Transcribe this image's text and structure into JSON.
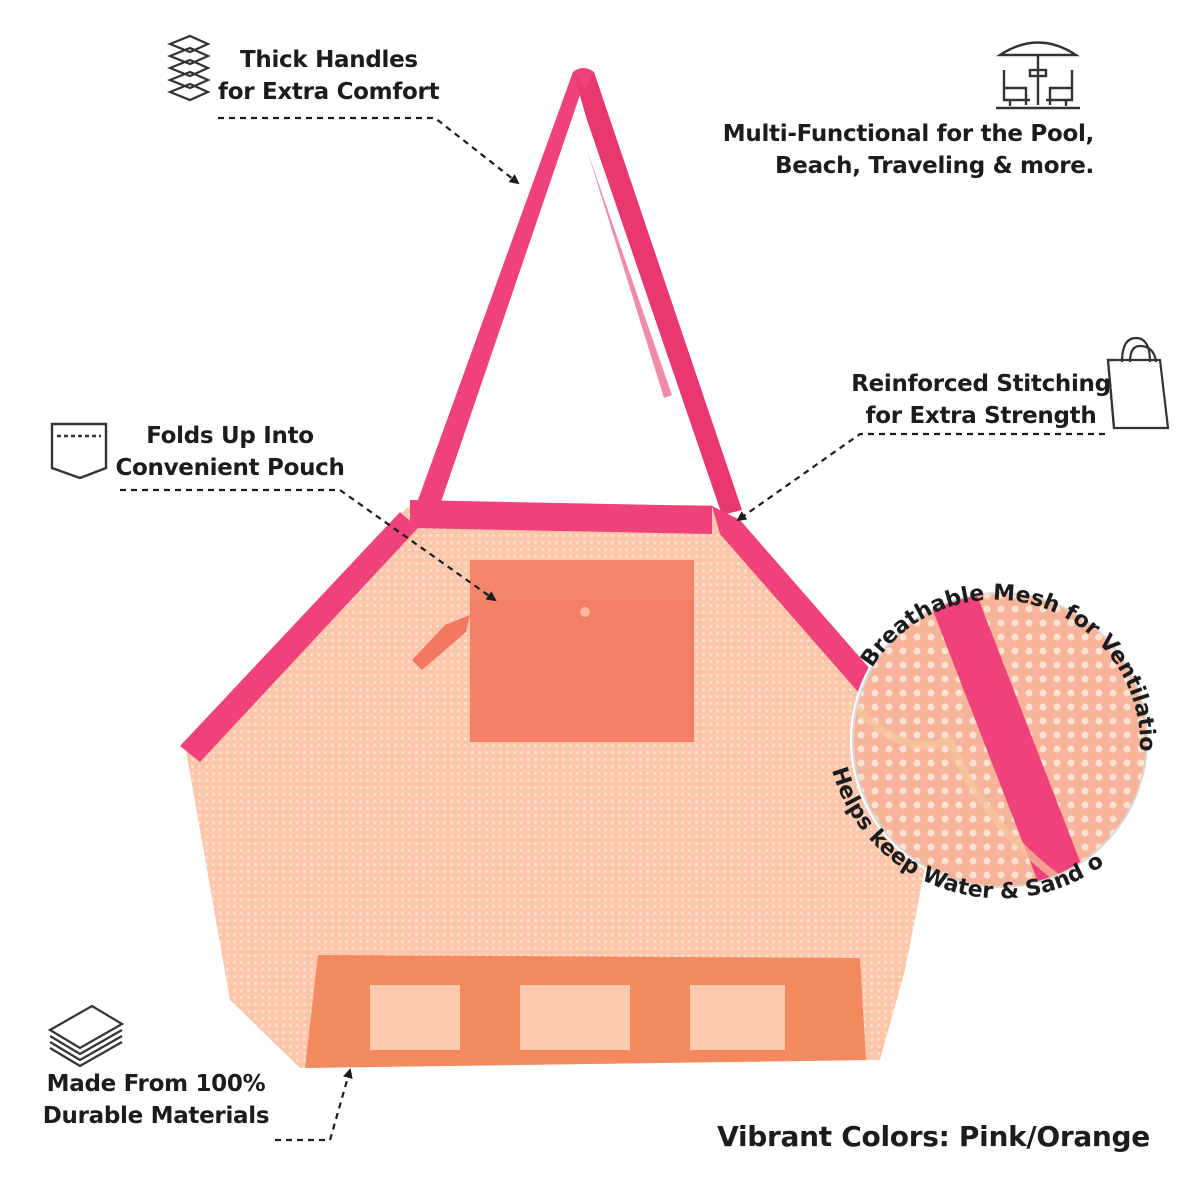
{
  "callouts": {
    "handles": {
      "line1": "Thick Handles",
      "line2": "for Extra Comfort",
      "icon": "layered-strap-icon"
    },
    "multi": {
      "line1": "Multi-Functional for the Pool,",
      "line2": "Beach, Traveling & more.",
      "icon": "beach-umbrella-chairs-icon"
    },
    "stitching": {
      "line1": "Reinforced Stitching",
      "line2": "for Extra Strength",
      "icon": "shopping-bag-icon"
    },
    "pouch": {
      "line1": "Folds Up Into",
      "line2": "Convenient Pouch",
      "icon": "pocket-icon"
    },
    "materials": {
      "line1": "Made From 100%",
      "line2": "Durable Materials",
      "icon": "fabric-stack-icon"
    },
    "mesh": {
      "top_arc": "Breathable Mesh for Ventilation",
      "bottom_arc": "Helps keep Water & Sand out!"
    }
  },
  "footer": {
    "colors_text": "Vibrant Colors: Pink/Orange"
  },
  "colors": {
    "pink": "#f0427a",
    "orange": "#f7a87a",
    "mesh_fill": "#fbc9ae",
    "pouch": "#f2795f",
    "text": "#1c1c1c"
  }
}
